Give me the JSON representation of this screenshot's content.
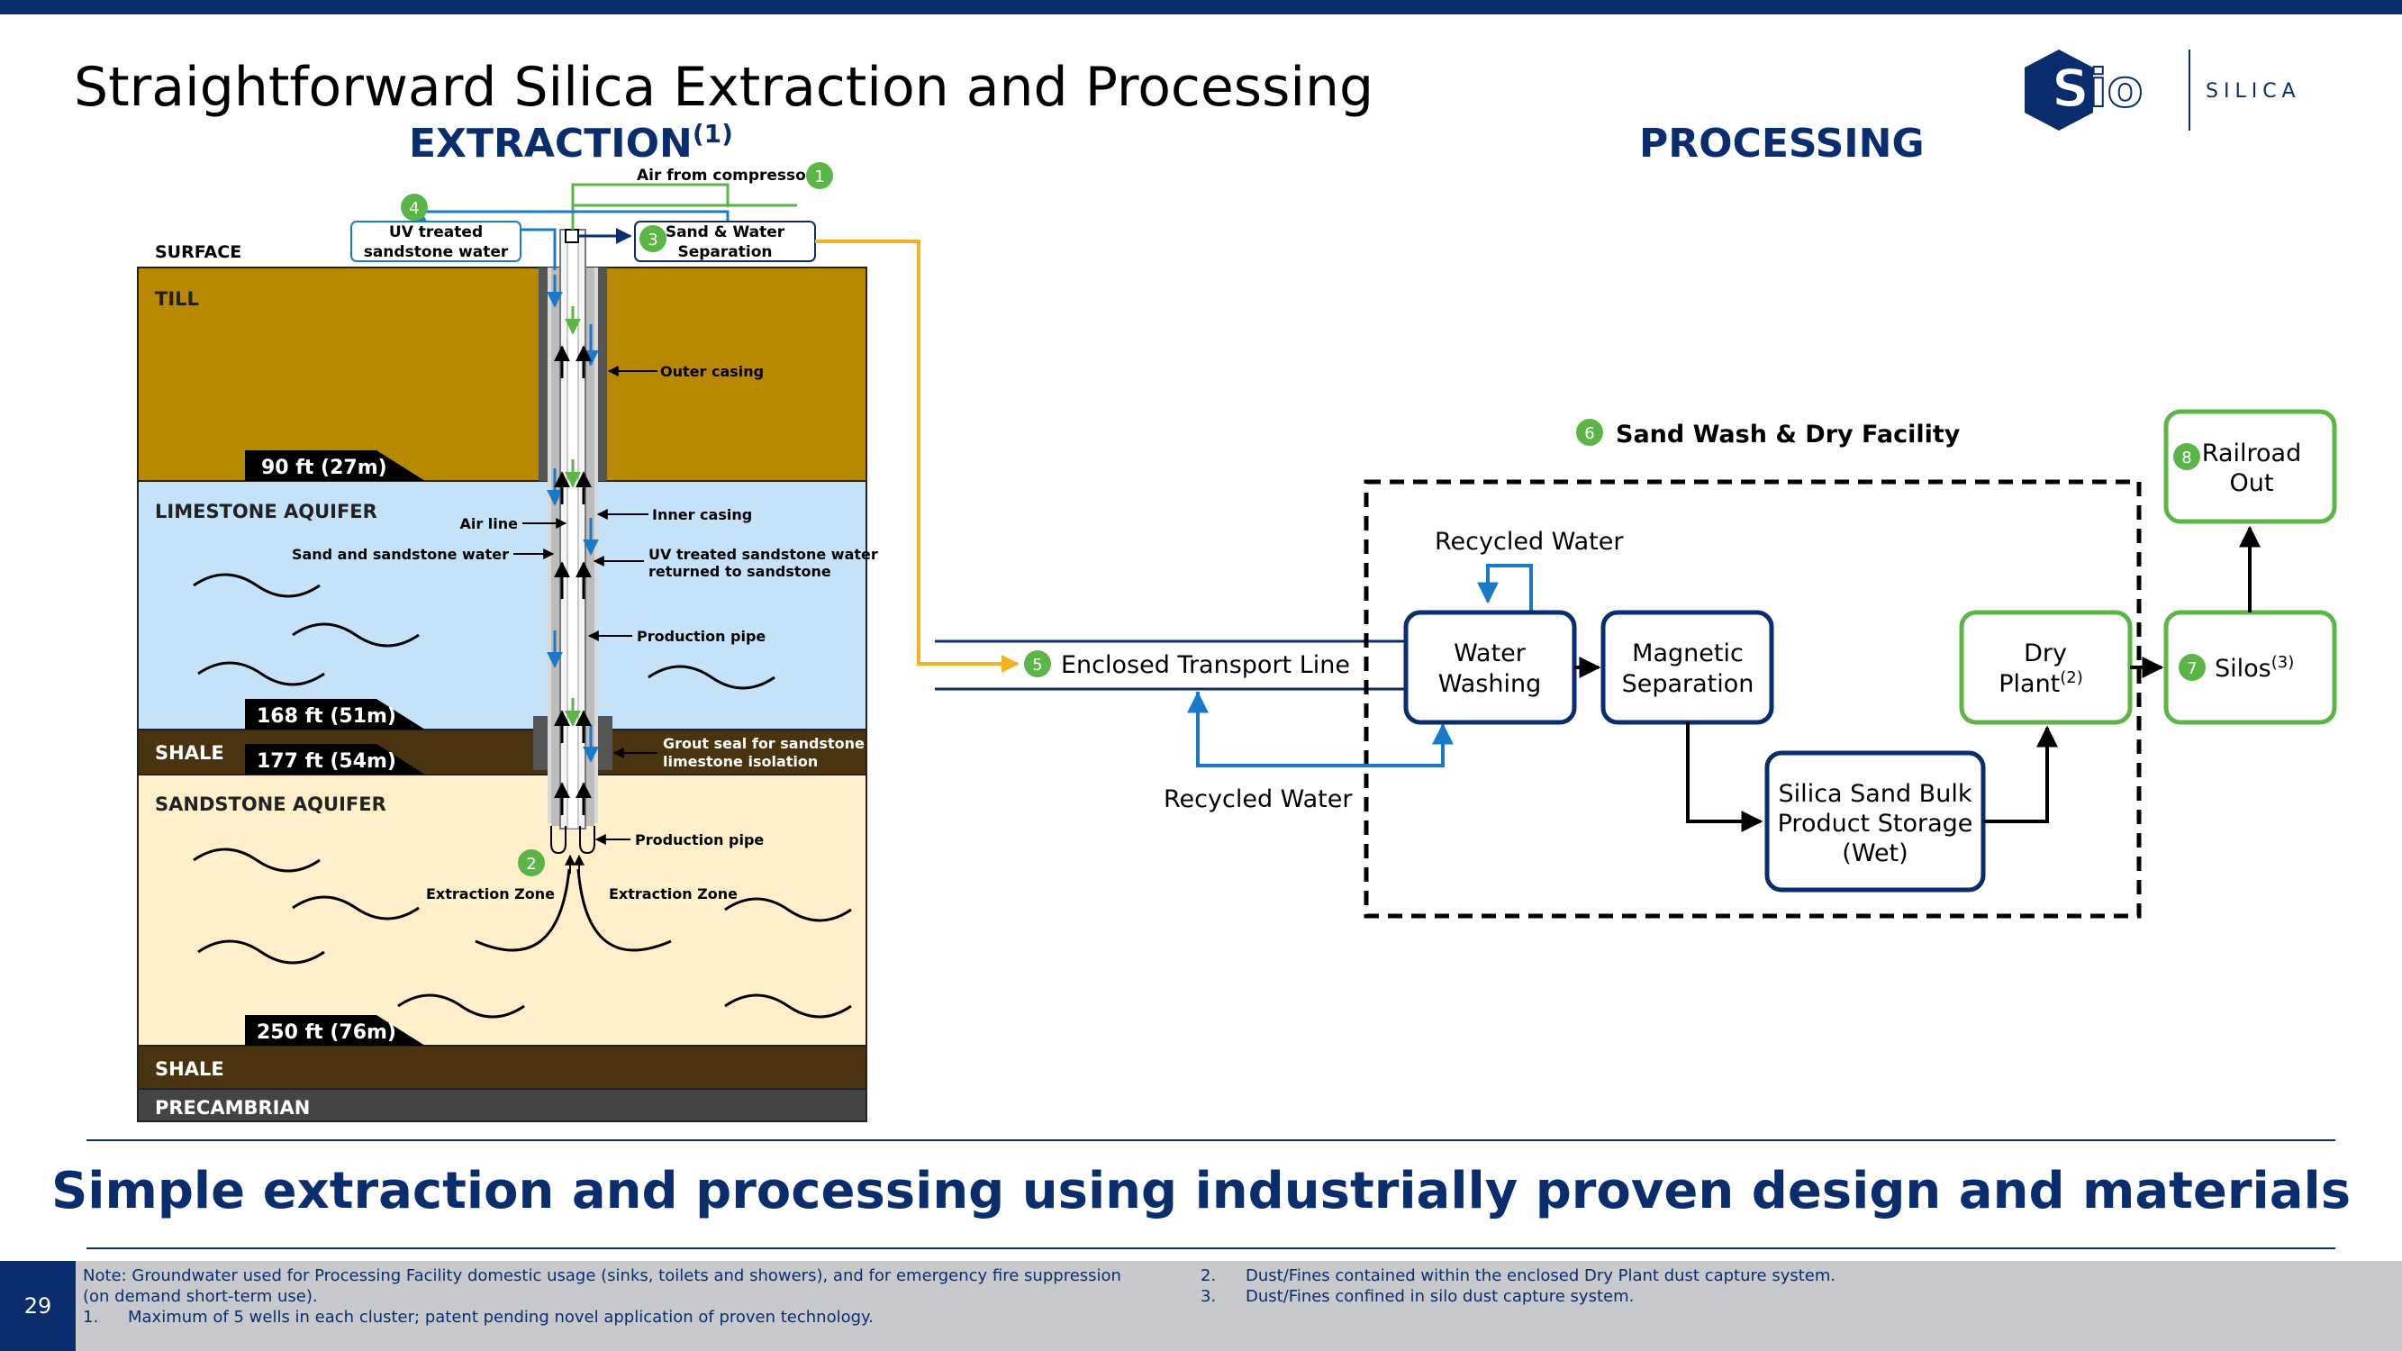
{
  "page": {
    "title": "Straightforward Silica Extraction and Processing",
    "number": "29"
  },
  "extraction": {
    "title": "EXTRACTION",
    "title_sup": "(1)",
    "surface_label": "SURFACE",
    "layers": {
      "till": "TILL",
      "limestone": "LIMESTONE AQUIFER",
      "shale1": "SHALE",
      "sandstone": "SANDSTONE AQUIFER",
      "shale2": "SHALE",
      "precambrian": "PRECAMBRIAN"
    },
    "depths": {
      "d90": "90 ft (27m)",
      "d168": "168 ft (51m)",
      "d177": "177 ft (54m)",
      "d250": "250 ft (76m)"
    },
    "callouts": {
      "air_from_compressor": "Air from compressor",
      "uv_treated_line1": "UV treated",
      "uv_treated_line2": "sandstone water",
      "sand_water_line1": "Sand & Water",
      "sand_water_line2": "Separation",
      "outer_casing": "Outer casing",
      "air_line": "Air line",
      "inner_casing": "Inner casing",
      "sand_and_sandstone_water": "Sand and sandstone water",
      "uv_returned_line1": "UV treated sandstone water",
      "uv_returned_line2": "returned to sandstone",
      "production_pipe_1": "Production pipe",
      "grout_line1": "Grout seal for sandstone /",
      "grout_line2": "limestone isolation",
      "production_pipe_2": "Production pipe",
      "extraction_zone_left": "Extraction Zone",
      "extraction_zone_right": "Extraction Zone"
    },
    "badges": {
      "b1": "1",
      "b2": "2",
      "b3": "3",
      "b4": "4"
    }
  },
  "processing": {
    "title": "PROCESSING",
    "facility_label": "Sand Wash & Dry Facility",
    "enclosed_transport": "Enclosed Transport Line",
    "recycled_water_top": "Recycled Water",
    "recycled_water_bottom": "Recycled Water",
    "boxes": {
      "water_washing_1": "Water",
      "water_washing_2": "Washing",
      "magnetic_1": "Magnetic",
      "magnetic_2": "Separation",
      "storage_1": "Silica Sand Bulk",
      "storage_2": "Product Storage",
      "storage_3": "(Wet)",
      "dry_1": "Dry",
      "dry_2": "Plant",
      "dry_sup": "(2)",
      "silos": "Silos",
      "silos_sup": "(3)",
      "railroad_1": "Railroad",
      "railroad_2": "Out"
    },
    "badges": {
      "b5": "5",
      "b6": "6",
      "b7": "7",
      "b8": "8"
    }
  },
  "logo": {
    "mark": "Sio",
    "word": "SILICA"
  },
  "tagline": "Simple extraction and processing using industrially proven design and materials",
  "footer": {
    "note_line1": "Note: Groundwater used for Processing Facility domestic usage (sinks, toilets and showers), and for emergency fire suppression",
    "note_line2": "(on demand short-term use).",
    "fn1_num": "1.",
    "fn1_text": "Maximum of 5 wells in each cluster; patent pending novel application of proven technology.",
    "fn2_num": "2.",
    "fn2_text": "Dust/Fines contained within the enclosed Dry Plant dust capture system.",
    "fn3_num": "3.",
    "fn3_text": "Dust/Fines confined in silo dust capture system."
  },
  "colors": {
    "navy": "#0a2d6e",
    "green": "#5bb547",
    "blue_arrow": "#1a7ac9",
    "yellow_line": "#f0b323",
    "till": "#b88800",
    "limestone": "#c5e3f8",
    "shale": "#4a3410",
    "sandstone": "#fdefc9",
    "precambrian": "#444444"
  }
}
